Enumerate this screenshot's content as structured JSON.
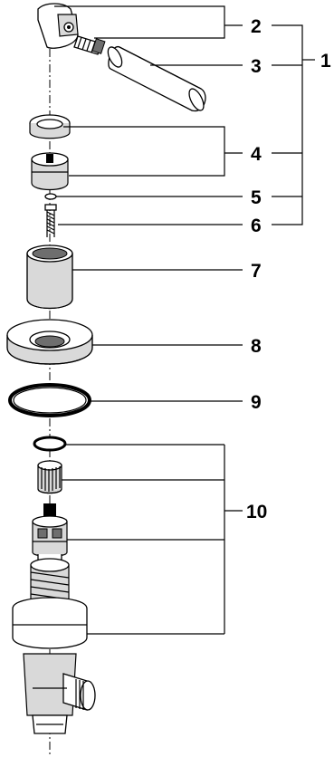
{
  "callouts": {
    "c1": "1",
    "c2": "2",
    "c3": "3",
    "c4": "4",
    "c5": "5",
    "c6": "6",
    "c7": "7",
    "c8": "8",
    "c9": "9",
    "c10": "10"
  },
  "colors": {
    "line": "#000000",
    "shade": "#d9d9d9",
    "dark": "#6e6e6e",
    "background": "#ffffff"
  }
}
